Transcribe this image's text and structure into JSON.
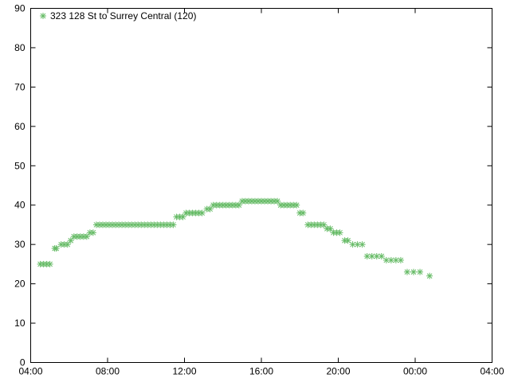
{
  "chart_data": {
    "type": "scatter",
    "x_ticks": [
      "04:00",
      "08:00",
      "12:00",
      "16:00",
      "20:00",
      "00:00",
      "04:00"
    ],
    "y_ticks": [
      0,
      10,
      20,
      30,
      40,
      50,
      60,
      70,
      80,
      90
    ],
    "ylim": [
      0,
      90
    ],
    "xlim": [
      "04:00",
      "04:00 (+1 day)"
    ],
    "grid": false,
    "legend_position": "top-left",
    "series": [
      {
        "name": "323 128 St to Surrey Central (120)",
        "color": "#66bb66",
        "marker": "asterisk",
        "points": [
          {
            "x": "04:30",
            "y": 25
          },
          {
            "x": "04:40",
            "y": 25
          },
          {
            "x": "04:50",
            "y": 25
          },
          {
            "x": "05:00",
            "y": 25
          },
          {
            "x": "05:15",
            "y": 29
          },
          {
            "x": "05:20",
            "y": 29
          },
          {
            "x": "05:35",
            "y": 30
          },
          {
            "x": "05:45",
            "y": 30
          },
          {
            "x": "05:55",
            "y": 30
          },
          {
            "x": "06:05",
            "y": 31
          },
          {
            "x": "06:15",
            "y": 32
          },
          {
            "x": "06:25",
            "y": 32
          },
          {
            "x": "06:35",
            "y": 32
          },
          {
            "x": "06:45",
            "y": 32
          },
          {
            "x": "06:55",
            "y": 32
          },
          {
            "x": "07:05",
            "y": 33
          },
          {
            "x": "07:15",
            "y": 33
          },
          {
            "x": "07:25",
            "y": 35
          },
          {
            "x": "07:35",
            "y": 35
          },
          {
            "x": "07:45",
            "y": 35
          },
          {
            "x": "07:55",
            "y": 35
          },
          {
            "x": "08:05",
            "y": 35
          },
          {
            "x": "08:15",
            "y": 35
          },
          {
            "x": "08:25",
            "y": 35
          },
          {
            "x": "08:35",
            "y": 35
          },
          {
            "x": "08:45",
            "y": 35
          },
          {
            "x": "08:55",
            "y": 35
          },
          {
            "x": "09:05",
            "y": 35
          },
          {
            "x": "09:15",
            "y": 35
          },
          {
            "x": "09:25",
            "y": 35
          },
          {
            "x": "09:35",
            "y": 35
          },
          {
            "x": "09:45",
            "y": 35
          },
          {
            "x": "09:55",
            "y": 35
          },
          {
            "x": "10:05",
            "y": 35
          },
          {
            "x": "10:15",
            "y": 35
          },
          {
            "x": "10:25",
            "y": 35
          },
          {
            "x": "10:35",
            "y": 35
          },
          {
            "x": "10:45",
            "y": 35
          },
          {
            "x": "10:55",
            "y": 35
          },
          {
            "x": "11:05",
            "y": 35
          },
          {
            "x": "11:15",
            "y": 35
          },
          {
            "x": "11:25",
            "y": 35
          },
          {
            "x": "11:35",
            "y": 37
          },
          {
            "x": "11:45",
            "y": 37
          },
          {
            "x": "11:55",
            "y": 37
          },
          {
            "x": "12:05",
            "y": 38
          },
          {
            "x": "12:15",
            "y": 38
          },
          {
            "x": "12:25",
            "y": 38
          },
          {
            "x": "12:35",
            "y": 38
          },
          {
            "x": "12:45",
            "y": 38
          },
          {
            "x": "12:55",
            "y": 38
          },
          {
            "x": "13:10",
            "y": 39
          },
          {
            "x": "13:20",
            "y": 39
          },
          {
            "x": "13:30",
            "y": 40
          },
          {
            "x": "13:40",
            "y": 40
          },
          {
            "x": "13:50",
            "y": 40
          },
          {
            "x": "14:00",
            "y": 40
          },
          {
            "x": "14:10",
            "y": 40
          },
          {
            "x": "14:20",
            "y": 40
          },
          {
            "x": "14:30",
            "y": 40
          },
          {
            "x": "14:40",
            "y": 40
          },
          {
            "x": "14:50",
            "y": 40
          },
          {
            "x": "15:00",
            "y": 41
          },
          {
            "x": "15:10",
            "y": 41
          },
          {
            "x": "15:20",
            "y": 41
          },
          {
            "x": "15:30",
            "y": 41
          },
          {
            "x": "15:40",
            "y": 41
          },
          {
            "x": "15:50",
            "y": 41
          },
          {
            "x": "16:00",
            "y": 41
          },
          {
            "x": "16:10",
            "y": 41
          },
          {
            "x": "16:20",
            "y": 41
          },
          {
            "x": "16:30",
            "y": 41
          },
          {
            "x": "16:40",
            "y": 41
          },
          {
            "x": "16:50",
            "y": 41
          },
          {
            "x": "17:00",
            "y": 40
          },
          {
            "x": "17:10",
            "y": 40
          },
          {
            "x": "17:20",
            "y": 40
          },
          {
            "x": "17:30",
            "y": 40
          },
          {
            "x": "17:40",
            "y": 40
          },
          {
            "x": "17:50",
            "y": 40
          },
          {
            "x": "18:00",
            "y": 38
          },
          {
            "x": "18:10",
            "y": 38
          },
          {
            "x": "18:25",
            "y": 35
          },
          {
            "x": "18:35",
            "y": 35
          },
          {
            "x": "18:45",
            "y": 35
          },
          {
            "x": "18:55",
            "y": 35
          },
          {
            "x": "19:05",
            "y": 35
          },
          {
            "x": "19:15",
            "y": 35
          },
          {
            "x": "19:25",
            "y": 34
          },
          {
            "x": "19:35",
            "y": 34
          },
          {
            "x": "19:45",
            "y": 33
          },
          {
            "x": "19:55",
            "y": 33
          },
          {
            "x": "20:05",
            "y": 33
          },
          {
            "x": "20:20",
            "y": 31
          },
          {
            "x": "20:30",
            "y": 31
          },
          {
            "x": "20:45",
            "y": 30
          },
          {
            "x": "21:00",
            "y": 30
          },
          {
            "x": "21:15",
            "y": 30
          },
          {
            "x": "21:30",
            "y": 27
          },
          {
            "x": "21:45",
            "y": 27
          },
          {
            "x": "22:00",
            "y": 27
          },
          {
            "x": "22:15",
            "y": 27
          },
          {
            "x": "22:30",
            "y": 26
          },
          {
            "x": "22:45",
            "y": 26
          },
          {
            "x": "23:00",
            "y": 26
          },
          {
            "x": "23:15",
            "y": 26
          },
          {
            "x": "23:35",
            "y": 23
          },
          {
            "x": "23:55",
            "y": 23
          },
          {
            "x": "00:15",
            "y": 23
          },
          {
            "x": "00:45",
            "y": 22
          }
        ]
      }
    ]
  }
}
